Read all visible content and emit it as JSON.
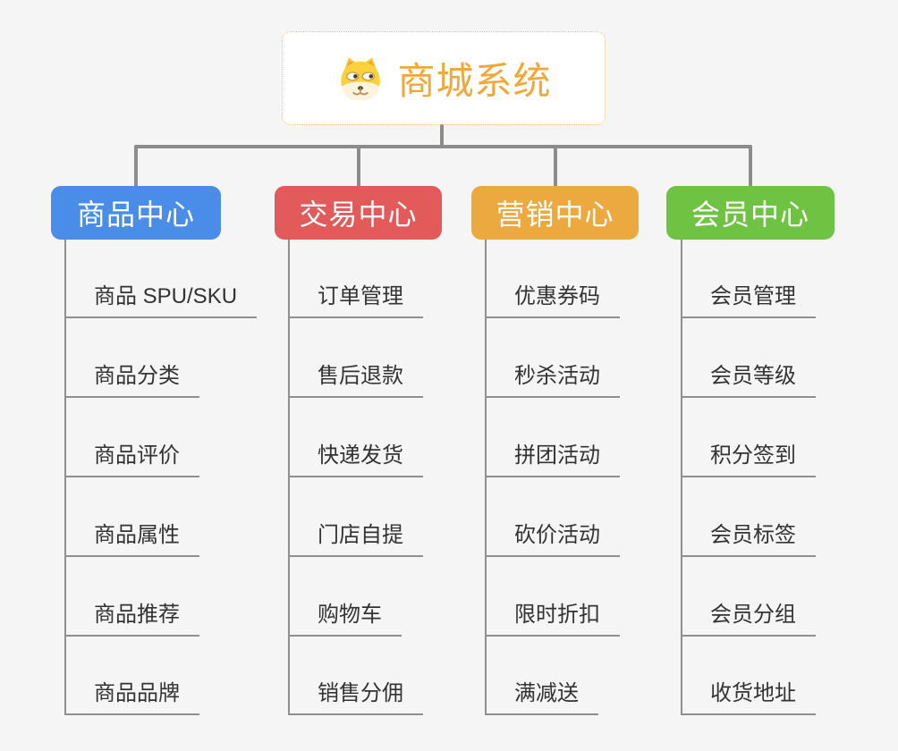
{
  "page": {
    "background": "#f5f5f5",
    "connector_color": "#8c8c8c",
    "branch_line_color": "#8f8f8f"
  },
  "root": {
    "label": "商城系统",
    "icon": "dog-face-icon",
    "text_color": "#f1a83b",
    "border_color": "#efc279"
  },
  "branches": [
    {
      "label": "商品中心",
      "color": "#4a8de8",
      "children": [
        "商品 SPU/SKU",
        "商品分类",
        "商品评价",
        "商品属性",
        "商品推荐",
        "商品品牌"
      ]
    },
    {
      "label": "交易中心",
      "color": "#e25a5a",
      "children": [
        "订单管理",
        "售后退款",
        "快递发货",
        "门店自提",
        "购物车",
        "销售分佣"
      ]
    },
    {
      "label": "营销中心",
      "color": "#eca93f",
      "children": [
        "优惠券码",
        "秒杀活动",
        "拼团活动",
        "砍价活动",
        "限时折扣",
        "满减送"
      ]
    },
    {
      "label": "会员中心",
      "color": "#6fc342",
      "children": [
        "会员管理",
        "会员等级",
        "积分签到",
        "会员标签",
        "会员分组",
        "收货地址"
      ]
    }
  ]
}
